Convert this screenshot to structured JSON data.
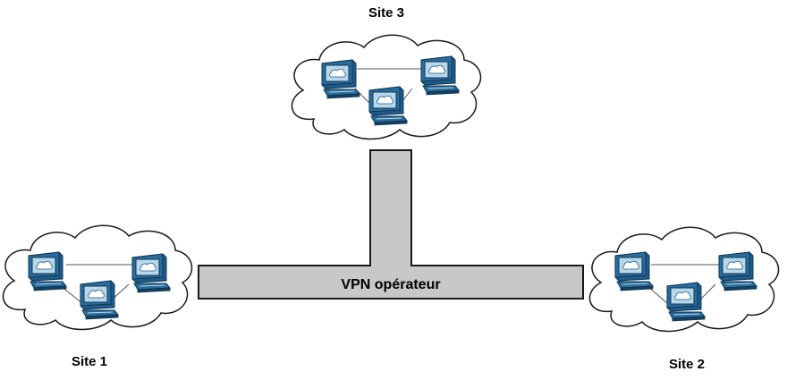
{
  "diagram": {
    "vpn_label": "VPN opérateur",
    "sites": [
      {
        "id": "site3",
        "label": "Site 3"
      },
      {
        "id": "site1",
        "label": "Site 1"
      },
      {
        "id": "site2",
        "label": "Site 2"
      }
    ]
  },
  "colors": {
    "backbone_fill": "#c8c8c8",
    "outline": "#1a1a1a",
    "computer_blue": "#1f5b8a",
    "screen_light": "#b8d7ea"
  },
  "icons": [
    "cloud-icon",
    "computer-icon"
  ]
}
